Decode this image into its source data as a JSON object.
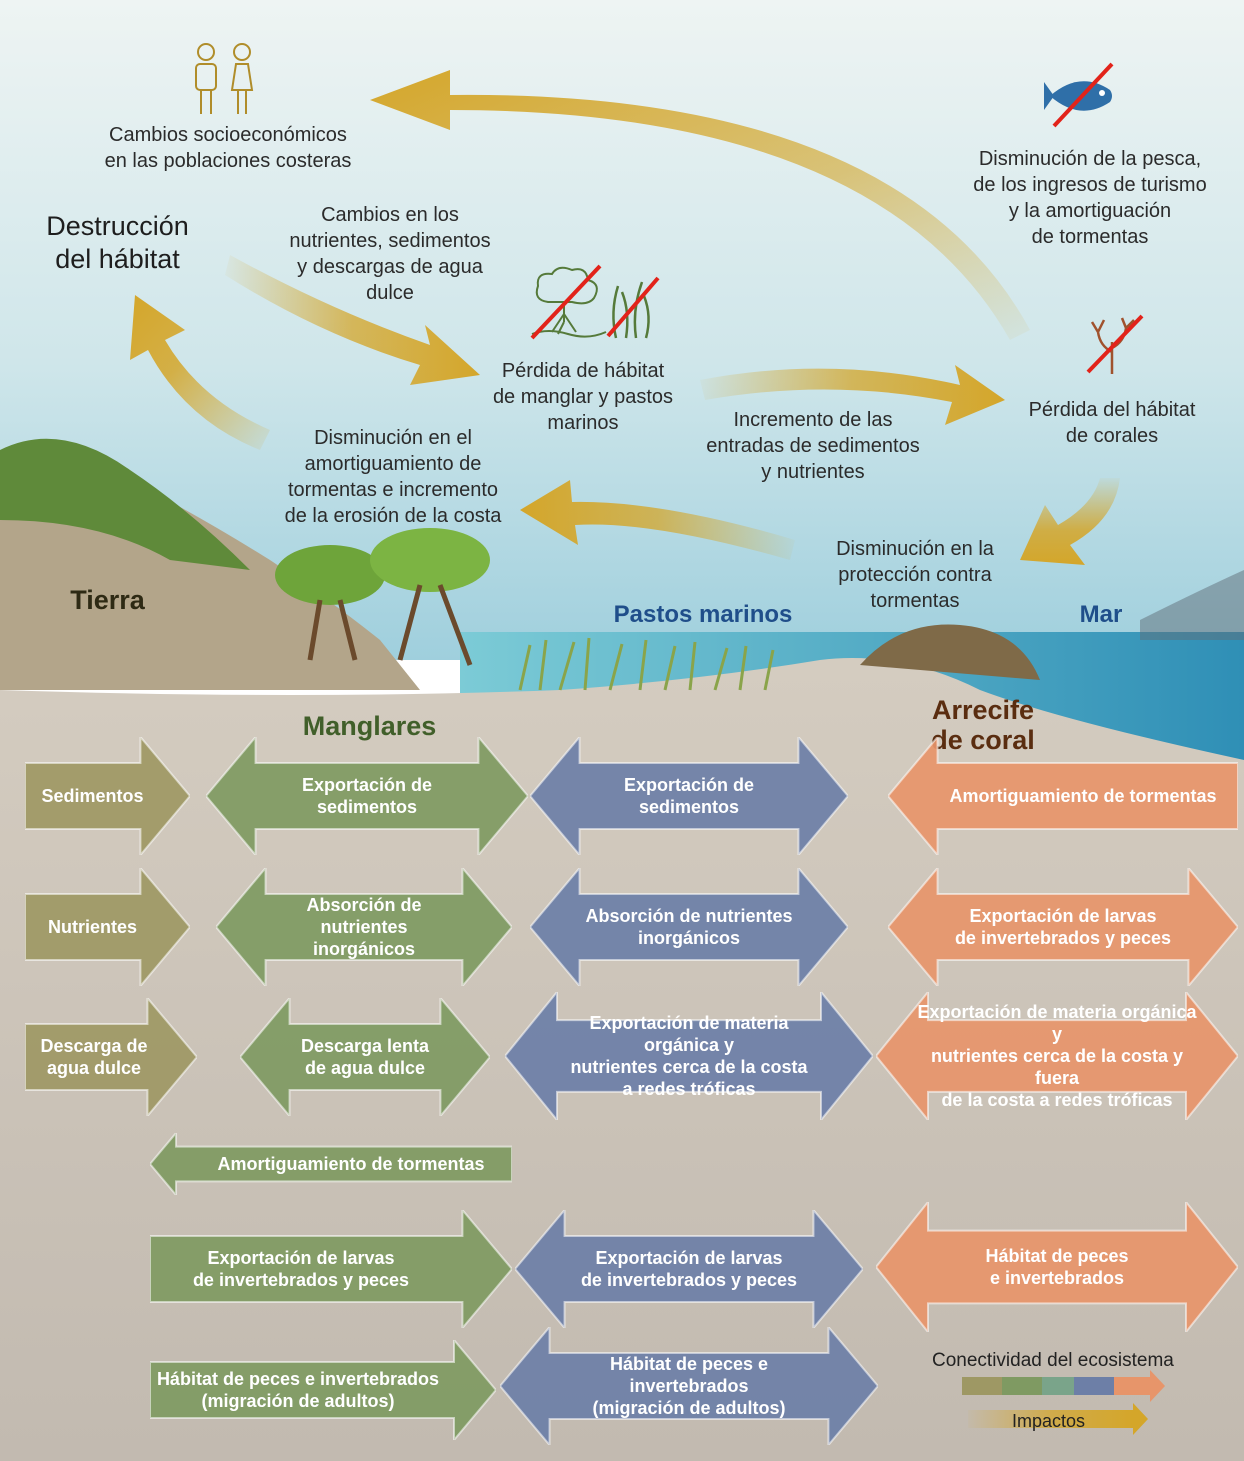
{
  "colors": {
    "sky_top": "#eef4f3",
    "sky_bottom": "#9fcfdd",
    "sea": "#3a9ec0",
    "sand": "#c9c1b6",
    "impact_arrow": "#d4a62a",
    "land_green": "#7f9a62",
    "mangrove_green": "#7f9a62",
    "seagrass_blue": "#6d7fa7",
    "coral_orange": "#e7956a",
    "land_olive": "#9e9864",
    "label_mangroves": "#415f2a",
    "label_seagrass": "#1f4e8a",
    "label_coral": "#5a2d10",
    "label_land": "#2e2a14"
  },
  "icons": {
    "people": "people-icon",
    "fish": "fish-crossed-icon",
    "mangrove": "mangrove-crossed-icon",
    "seagrass": "seagrass-crossed-icon",
    "coral": "coral-crossed-icon"
  },
  "impacts": {
    "socio": "Cambios socioeconómicos\nen las poblaciones costeras",
    "fishing": "Disminución de la pesca,\nde los ingresos de turismo\ny la amortiguación\nde tormentas",
    "habitat_destruction": "Destrucción\ndel hábitat",
    "nutrient_changes": "Cambios en los\nnutrientes, sedimentos\ny descargas de agua\ndulce",
    "mangrove_loss": "Pérdida de hábitat\nde manglar y pastos\nmarinos",
    "coral_loss": "Pérdida del hábitat\nde corales",
    "sediment_increase": "Incremento de las\nentradas de sedimentos\ny nutrientes",
    "storm_erosion": "Disminución en el\namortiguamiento de\ntormentas e incremento\nde la erosión de la costa",
    "storm_protection": "Disminución en la\nprotección contra\ntormentas"
  },
  "zones": {
    "land": "Tierra",
    "seagrass": "Pastos marinos",
    "sea": "Mar",
    "mangroves": "Manglares",
    "coral_reef": "Arrecife\nde coral"
  },
  "flows": {
    "land": [
      "Sedimentos",
      "Nutrientes",
      "Descarga de\nagua dulce"
    ],
    "mangroves": [
      "Exportación de sedimentos",
      "Absorción de nutrientes\ninorgánicos",
      "Descarga lenta\nde agua dulce",
      "Amortiguamiento de tormentas",
      "Exportación de larvas\nde invertebrados y peces",
      "Hábitat de peces e invertebrados\n(migración de adultos)"
    ],
    "seagrass": [
      "Exportación de sedimentos",
      "Absorción de nutrientes\ninorgánicos",
      "Exportación de materia orgánica y\nnutrientes cerca de la costa\na redes tróficas",
      "Exportación de larvas\nde invertebrados y peces",
      "Hábitat de peces e invertebrados\n(migración de adultos)"
    ],
    "coral": [
      "Amortiguamiento de tormentas",
      "Exportación de larvas\nde invertebrados y peces",
      "Exportación de materia orgánica y\nnutrientes cerca de la costa y fuera\nde la costa a redes tróficas",
      "Hábitat de peces\ne invertebrados"
    ]
  },
  "legend": {
    "title": "Conectividad del ecosistema",
    "impacts": "Impactos"
  }
}
